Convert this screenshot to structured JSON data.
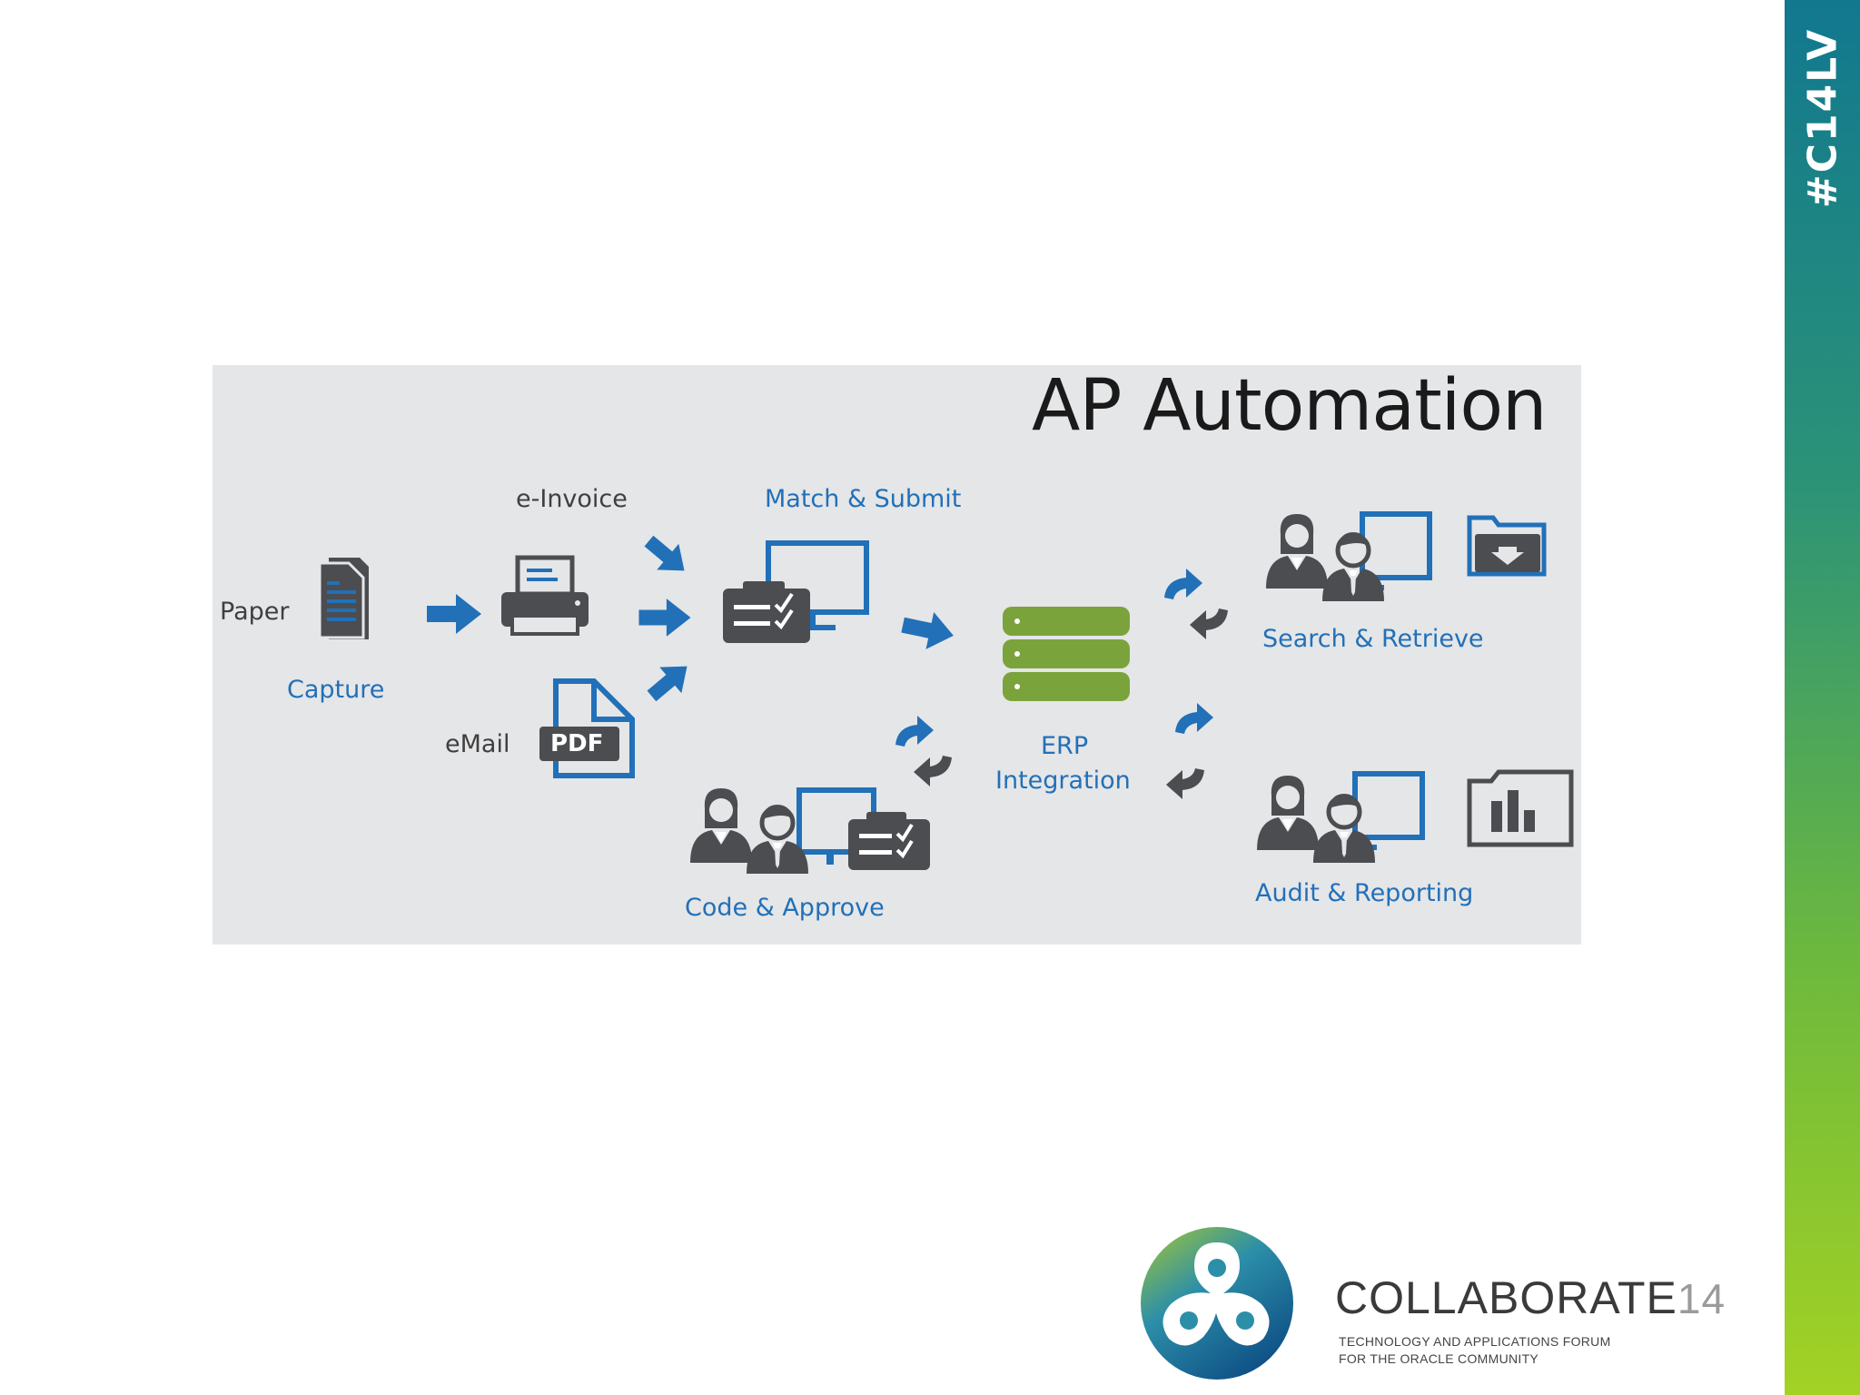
{
  "slide": {
    "hashtag": "#C14LV"
  },
  "diagram": {
    "title": "AP Automation",
    "labels": {
      "paper": "Paper",
      "capture": "Capture",
      "e_invoice": "e-Invoice",
      "email": "eMail",
      "pdf": "PDF",
      "match_submit": "Match & Submit",
      "erp_line1": "ERP",
      "erp_line2": "Integration",
      "search_retrieve": "Search & Retrieve",
      "code_approve": "Code & Approve",
      "audit_reporting": "Audit & Reporting"
    },
    "colors": {
      "blue": "#2270b8",
      "green": "#7ba33b",
      "dark_gray": "#4b4d50",
      "panel_bg": "#e5e6e8"
    }
  },
  "footer": {
    "brand_main": "COLLABORATE",
    "brand_num": "14",
    "tagline_line1": "TECHNOLOGY AND APPLICATIONS FORUM",
    "tagline_line2": "FOR THE ORACLE COMMUNITY"
  }
}
